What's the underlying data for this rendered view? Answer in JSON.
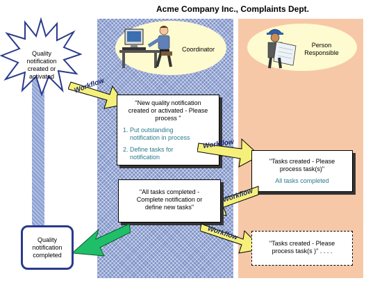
{
  "title": "Acme Company Inc., Complaints Dept.",
  "roles": {
    "coordinator": "Coordinator",
    "person_line1": "Person",
    "person_line2": "Responsible"
  },
  "start_event": {
    "line1": "Quality",
    "line2": "notification",
    "line3": "created or",
    "line4": "activated"
  },
  "end_event": {
    "line1": "Quality",
    "line2": "notification",
    "line3": "completed"
  },
  "workflow_label": "Workflow",
  "steps": {
    "step1": {
      "line1": "\"New quality notification",
      "line2": "created or activated - Please",
      "line3": "process \"",
      "item1_line1": "1. Put outstanding",
      "item1_line2": "notification in process",
      "item2_line1": "2. Define tasks for",
      "item2_line2": "notification"
    },
    "step2": {
      "line1": "\"Tasks created - Please",
      "line2": "process task(s)\"",
      "status": "All tasks completed"
    },
    "step3": {
      "line1": "\"All tasks completed -",
      "line2": "Complete notification or",
      "line3": "define new tasks\""
    },
    "step4": {
      "line1": "\"Tasks created - Please",
      "line2": "process task(s )\" . . . ."
    }
  },
  "colors": {
    "coordinator_lane": "#7f93c8",
    "person_lane": "#f7c8a8",
    "arrow_yellow": "#f5f07a",
    "arrow_green": "#1fbf6a",
    "oval_fill": "#fffbd0",
    "accent_text": "#2a7a8c",
    "end_border": "#2a3a8c"
  }
}
